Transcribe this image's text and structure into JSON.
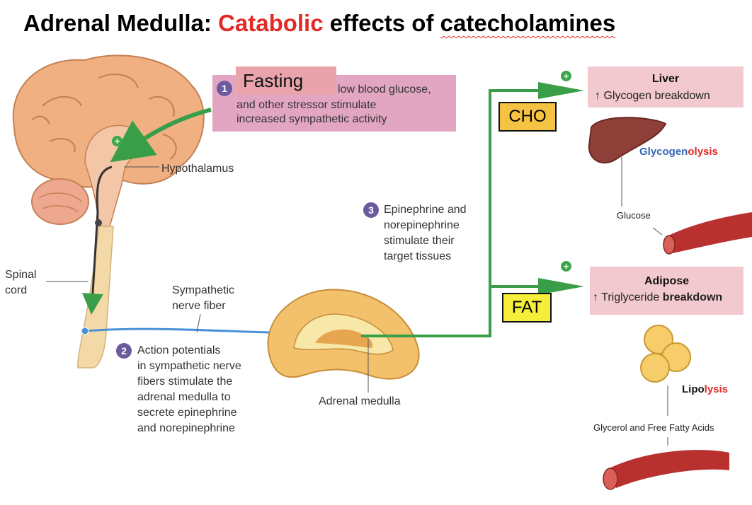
{
  "title": {
    "prefix": "Adrenal Medulla: ",
    "highlight": "Catabolic",
    "middle": " effects of ",
    "underlined": "catecholamines"
  },
  "colors": {
    "title_highlight": "#e02b27",
    "arrow_green": "#3a9e48",
    "step_badge": "#6b5b9e",
    "step1_box": "#e3a6c2",
    "info_box": "#f2c9cf",
    "tag_box": "#f5c242",
    "nerve_fiber": "#4a90d9",
    "blood_vessel": "#b8312f"
  },
  "step1": {
    "number": "1",
    "fasting_label": "Fasting",
    "line1": "low blood glucose,",
    "line2": "and other stressor stimulate",
    "line3": "increased sympathetic activity"
  },
  "step2": {
    "number": "2",
    "lines": [
      "Action potentials",
      "in sympathetic nerve",
      "fibers stimulate the",
      "adrenal medulla to",
      "secrete epinephrine",
      "and norepinephrine"
    ]
  },
  "step3": {
    "number": "3",
    "lines": [
      "Epinephrine and",
      "norepinephrine",
      "stimulate their",
      "target tissues"
    ]
  },
  "labels": {
    "hypothalamus": "Hypothalamus",
    "spinal_cord_1": "Spinal",
    "spinal_cord_2": "cord",
    "nerve_fiber_1": "Sympathetic",
    "nerve_fiber_2": "nerve fiber",
    "adrenal_medulla": "Adrenal medulla",
    "glucose": "Glucose",
    "glycerol_ffa": "Glycerol and Free Fatty Acids"
  },
  "tags": {
    "cho": "CHO",
    "fat": "FAT"
  },
  "liver": {
    "title": "Liver",
    "line1": "↑ Glycogen breakdown",
    "process_a": "Glycogen",
    "process_b": "olysis"
  },
  "adipose": {
    "title": "Adipose",
    "line1_plain": "↑ Triglyceride ",
    "line1_bold": "breakdown",
    "process_a": "Lipo",
    "process_b": "lysis"
  },
  "plus_sign": "+",
  "icons": [
    "brain-illustration",
    "liver-illustration",
    "fat-cells-illustration",
    "adrenal-gland-illustration",
    "blood-vessel-illustration",
    "plus-icon",
    "step-number-badge"
  ]
}
